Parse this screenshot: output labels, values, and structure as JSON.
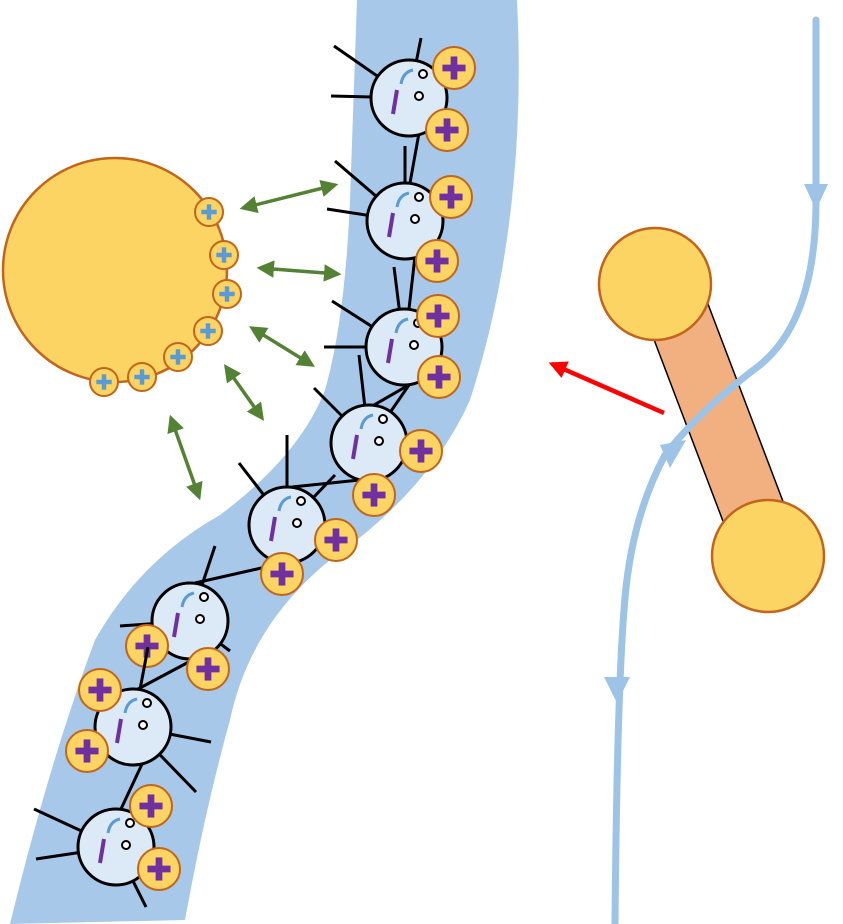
{
  "colors": {
    "band": "#a8c8ea",
    "sphere_fill": "#fcd463",
    "sphere_stroke": "#c2651a",
    "rod_fill": "#f2b081",
    "node_fill": "#dce9f7",
    "anion_mark": "#7030a0",
    "cation_badge_fill": "#fcd463",
    "small_cation_fill": "#5b9bd5",
    "interaction_arrow": "#548235",
    "motion_arrow": "#ff0000",
    "flow_line": "#9dc3e6"
  },
  "signs": {
    "plus": "+",
    "minus": "−"
  },
  "elements": {
    "band": "polymer-channel",
    "big_particle": "positively-charged-particle",
    "chain_unit": "anionic-monomer-with-counterion",
    "interactions": "electrostatic-interaction-arrows",
    "dimer": "dumbbell-particle",
    "motion": "migration-direction-arrow",
    "flow": "flow-streamline"
  }
}
